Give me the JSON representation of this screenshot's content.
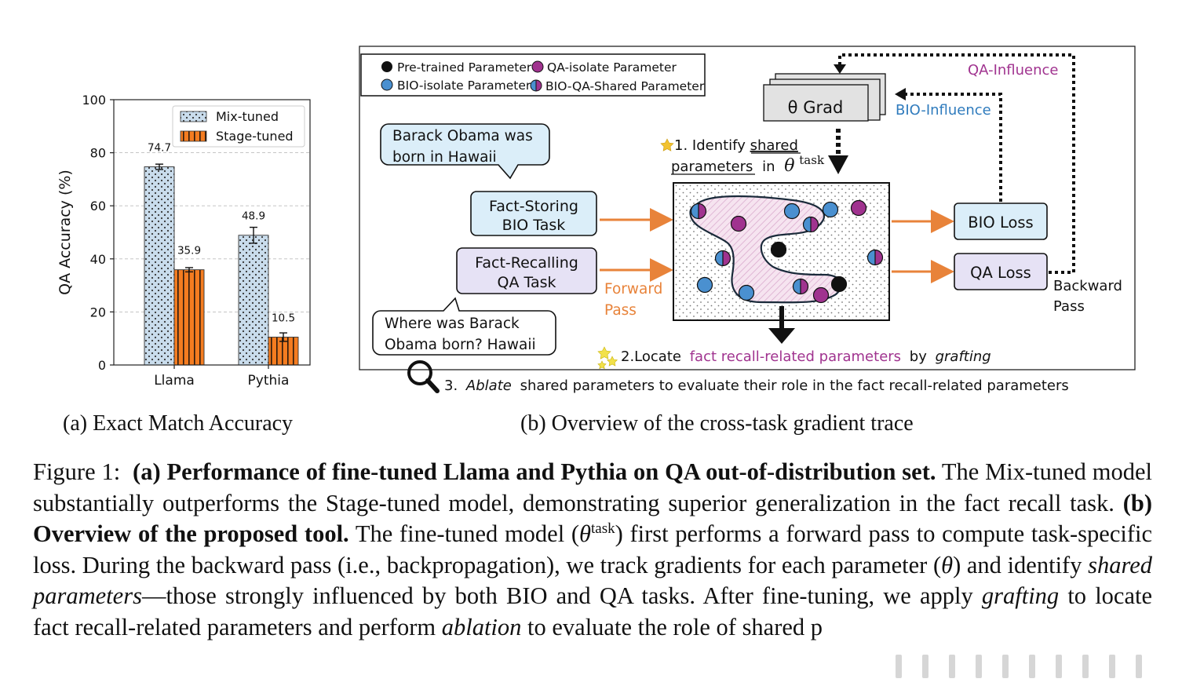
{
  "chart_data": {
    "type": "bar",
    "categories": [
      "Llama",
      "Pythia"
    ],
    "series": [
      {
        "name": "Mix-tuned",
        "values": [
          74.7,
          48.9
        ],
        "errors": [
          1.0,
          3.0
        ],
        "labels": [
          "74.7",
          "48.9"
        ]
      },
      {
        "name": "Stage-tuned",
        "values": [
          35.9,
          10.5
        ],
        "errors": [
          0.8,
          1.6
        ],
        "labels": [
          "35.9",
          "10.5"
        ]
      }
    ],
    "ylabel": "QA Accuracy (%)",
    "ylim": [
      0,
      100
    ],
    "yticks": [
      "0",
      "20",
      "40",
      "60",
      "80",
      "100"
    ],
    "grid": true,
    "legend": "top-right",
    "colors": {
      "mix": "#c9dcec",
      "stage": "#f47c20"
    }
  },
  "subcaptions": {
    "a": "(a) Exact Match Accuracy",
    "b": "(b) Overview of the cross-task gradient trace"
  },
  "diagram": {
    "legend": {
      "pretrained": "Pre-trained Parameter",
      "qa_isolate": "QA-isolate Parameter",
      "bio_isolate": "BIO-isolate Parameter",
      "shared": "BIO-QA-Shared Parameter"
    },
    "bubble_bio": [
      "Barack Obama was",
      "born in Hawaii"
    ],
    "bubble_qa": [
      "Where was Barack",
      "Obama born? Hawaii"
    ],
    "task_bio": [
      "Fact-Storing",
      "BIO Task"
    ],
    "task_qa": [
      "Fact-Recalling",
      "QA Task"
    ],
    "forward_pass": [
      "Forward",
      "Pass"
    ],
    "backward_pass": [
      "Backward",
      "Pass"
    ],
    "grad_box": "θ Grad",
    "qa_influence": "QA-Influence",
    "bio_influence": "BIO-Influence",
    "bio_loss": "BIO Loss",
    "qa_loss": "QA Loss",
    "step1_a": "1. Identify",
    "step1_b": "shared",
    "step1_c": "parameters",
    "step1_d": "in",
    "theta": "θ",
    "task_sup": "task",
    "step2_a": "2.Locate",
    "step2_b": "fact recall-related parameters",
    "step2_c": "by",
    "step2_d": "grafting",
    "step3_a": "3.",
    "step3_b": "Ablate",
    "step3_c": "shared parameters to evaluate their role in the fact recall-related parameters",
    "colors": {
      "bio": "#4a90d0",
      "qa": "#a0338f",
      "pretrained": "#111111",
      "arrow": "#e8833a",
      "bio_text": "#2f7bbd",
      "qa_text": "#a0338f"
    }
  },
  "caption": {
    "fig_label": "Figure 1:",
    "a_bold": "(a) Performance of fine-tuned Llama and Pythia on QA out-of-distribution set.",
    "a_text": "The Mix-tuned model substantially outperforms the Stage-tuned model, demonstrating superior generalization in the fact recall task.",
    "b_bold": "(b) Overview of the proposed tool.",
    "b_text1": "The fine-tuned model (",
    "theta": "θ",
    "task_sup": "task",
    "b_text2": ") first performs a forward pass to compute task-specific loss. During the backward pass (i.e., backpropagation), we track gradients for each parameter (",
    "b_text3": ") and identify",
    "shared_params": "shared parameters",
    "b_text4": "—those strongly influenced by both BIO and QA tasks. After fine-tuning, we apply",
    "grafting": "grafting",
    "b_text5": "to locate fact recall-related parameters and perform",
    "ablation": "ablation",
    "b_text6": "to evaluate the role of shared p"
  }
}
